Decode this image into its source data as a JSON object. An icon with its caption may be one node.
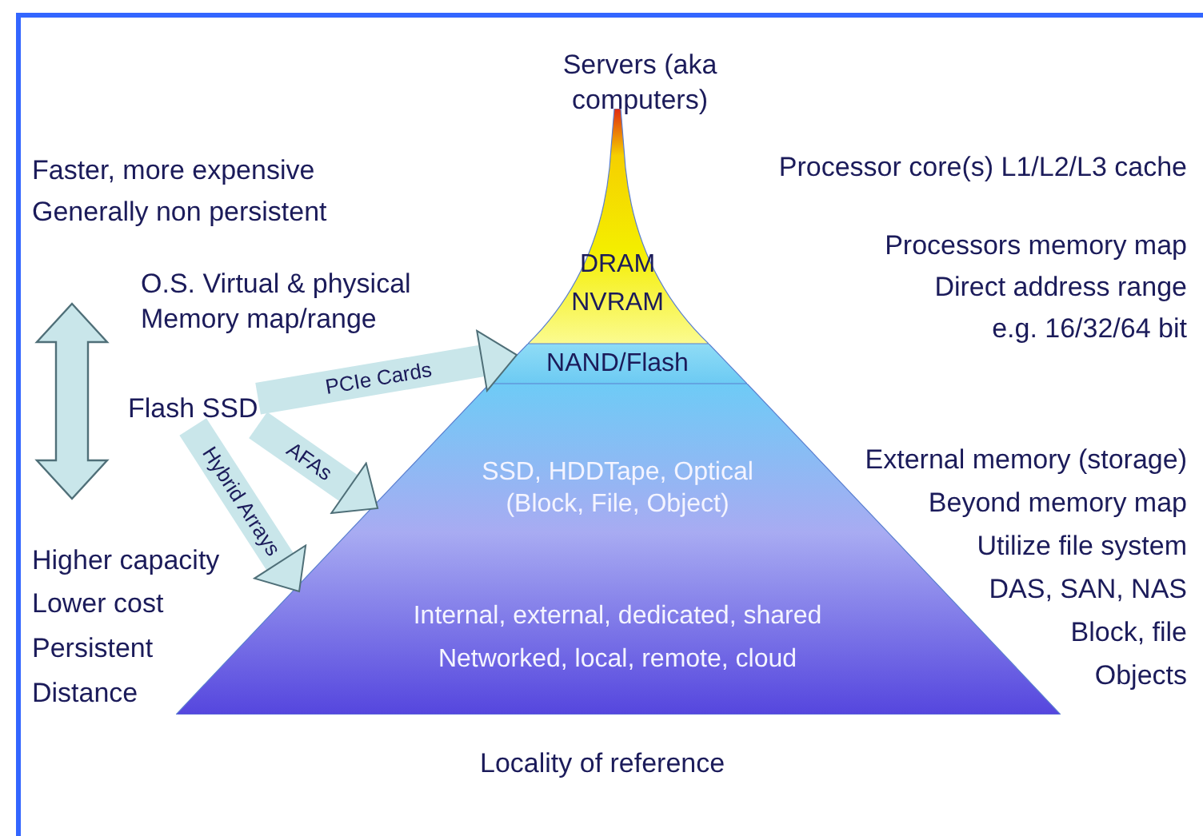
{
  "diagram": {
    "nodes": [
      {
        "text": [
          "DRAM",
          "NVRAM"
        ]
      },
      {
        "text": [
          "NAND/Flash"
        ]
      },
      {
        "text": [
          "SSD, HDDTape, Optical (Block, File, Object)",
          "Internal, external, dedicated, shared",
          "Networked, local, remote, cloud"
        ]
      },
      {
        "text": [
          "Flash SSD"
        ]
      }
    ],
    "edges": [
      {
        "from": 3,
        "to": 1,
        "arrow": "to",
        "label": "PCIe Cards"
      },
      {
        "from": 3,
        "to": 2,
        "arrow": "to",
        "label": "AFAs"
      },
      {
        "from": 3,
        "to": 2,
        "arrow": "to",
        "label": "Hybrid Arrays"
      }
    ],
    "labels": [
      "Servers (aka computers)",
      "Faster, more expensive",
      "Generally non persistent",
      "Processor core(s) L1/L2/L3 cache",
      "O.S. Virtual & physical Memory map/range",
      "Processors memory map",
      "Direct address range",
      "e.g. 16/32/64 bit",
      "External memory (storage)",
      "Beyond memory map",
      "Utilize file system",
      "Higher capacity",
      "DAS, SAN, NAS",
      "Lower cost",
      "Block, file",
      "Persistent",
      "Objects",
      "Distance",
      "Locality of reference"
    ]
  }
}
